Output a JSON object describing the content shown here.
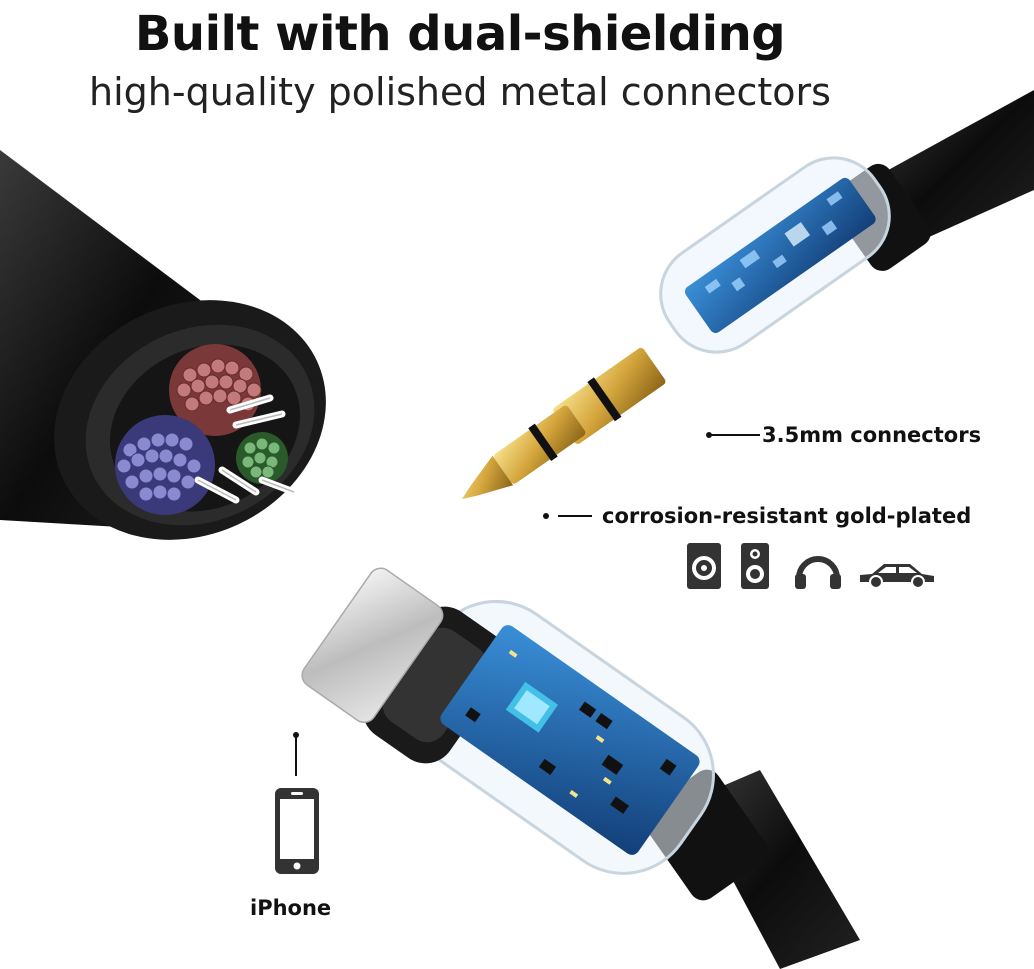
{
  "header": {
    "title": "Built with dual-shielding",
    "subtitle": "high-quality polished metal connectors"
  },
  "callouts": {
    "connector_35mm": "3.5mm connectors",
    "gold_plated": "corrosion-resistant gold-plated",
    "iphone": "iPhone"
  },
  "icons": [
    "speaker-icon",
    "loudspeaker-icon",
    "headphones-icon",
    "car-icon",
    "phone-icon"
  ],
  "colors": {
    "cable": "#111111",
    "gold": "#d4a53c",
    "pcb_blue": "#1f5fa8",
    "wire_red": "#a85a5a",
    "wire_blue": "#5a5aa8",
    "wire_green": "#4a8a4a"
  }
}
